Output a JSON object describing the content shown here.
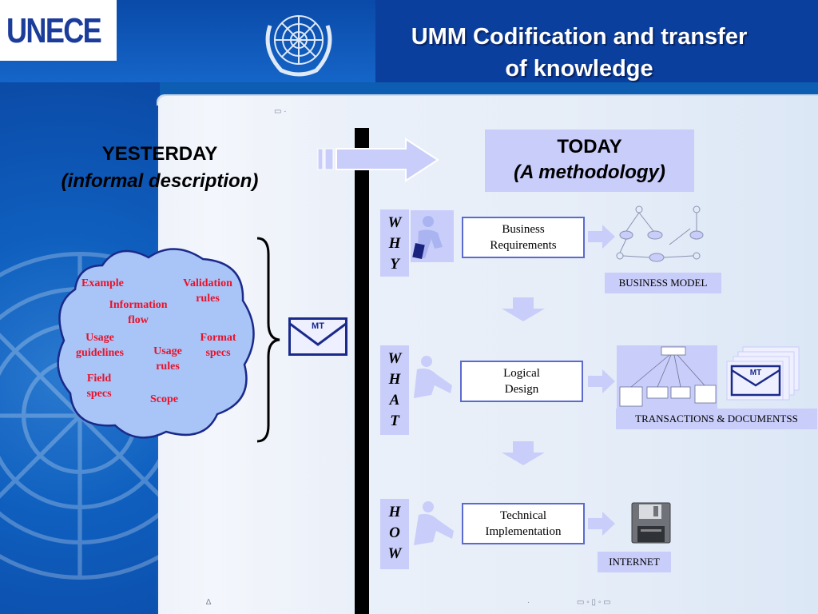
{
  "header": {
    "logo_text": "UNECE",
    "title_line1": "UMM Codification and transfer",
    "title_line2": "of knowledge"
  },
  "yesterday": {
    "title": "YESTERDAY",
    "subtitle": "(informal description)"
  },
  "today": {
    "title": "TODAY",
    "subtitle": "(A methodology)"
  },
  "cloud_items": {
    "example": "Example",
    "validation_rules": [
      "Validation",
      "rules"
    ],
    "information_flow": [
      "Information",
      "flow"
    ],
    "usage_guidelines": [
      "Usage",
      "guidelines"
    ],
    "usage_rules": [
      "Usage",
      "rules"
    ],
    "format_specs": [
      "Format",
      "specs"
    ],
    "field_specs": [
      "Field",
      "specs"
    ],
    "scope": "Scope"
  },
  "mt_label": "MT",
  "steps": [
    {
      "letters": [
        "W",
        "H",
        "Y"
      ],
      "box": [
        "Business",
        "Requirements"
      ],
      "label": "BUSINESS MODEL"
    },
    {
      "letters": [
        "W",
        "H",
        "A",
        "T"
      ],
      "box": [
        "Logical",
        "Design"
      ],
      "label": "TRANSACTIONS & DOCUMENTSS"
    },
    {
      "letters": [
        "H",
        "O",
        "W"
      ],
      "box": [
        "Technical",
        "Implementation"
      ],
      "label": "INTERNET"
    }
  ],
  "colors": {
    "header_blue": "#0a4aa8",
    "cloud_fill": "#a9c4f7",
    "cloud_border": "#1a2a8a",
    "cloud_text": "#e8122a",
    "lavender": "#c9cdfa",
    "arrow_fill": "#c9cdfa"
  }
}
